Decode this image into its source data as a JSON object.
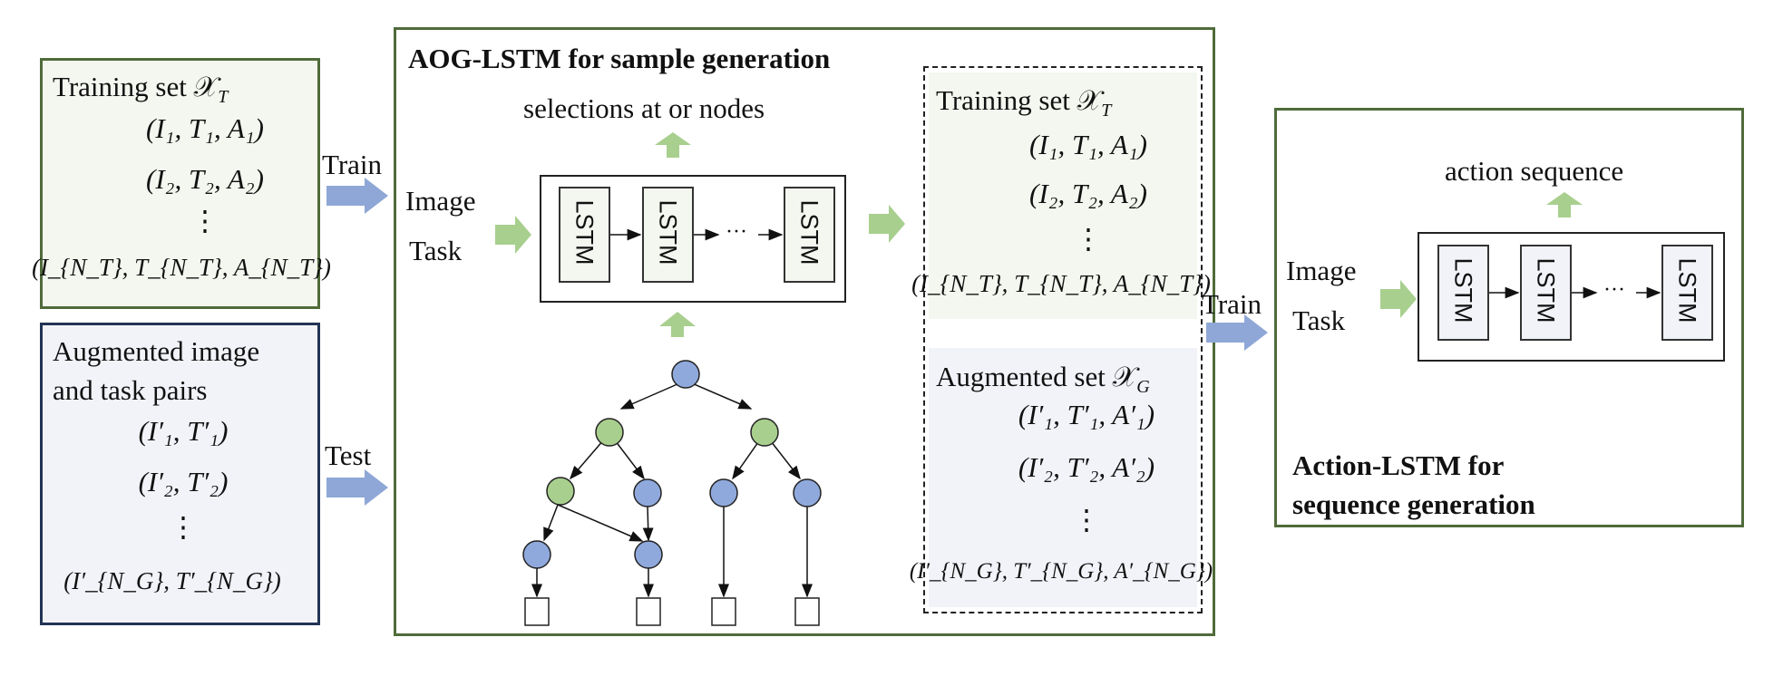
{
  "colors": {
    "green_border": "#4f6b3a",
    "navy_border": "#223356",
    "light_green_fill": "#f3f7ef",
    "light_blue_fill": "#f1f3f9",
    "arrow_blue": "#8fa7d6",
    "arrow_green": "#a8cf8e",
    "node_blue": "#8fa9dc",
    "node_green": "#a8cf8e"
  },
  "training_box": {
    "title": "Training set 𝒳",
    "title_sub": "T",
    "rows": [
      "(I₁, T₁, A₁)",
      "(I₂, T₂, A₂)",
      "⋮",
      "(I_{N_T}, T_{N_T}, A_{N_T})"
    ]
  },
  "augmented_box": {
    "title_line1": "Augmented image",
    "title_line2": "and task pairs",
    "rows": [
      "(I′₁, T′₁)",
      "(I′₂, T′₂)",
      "⋮",
      "(I′_{N_G}, T′_{N_G})"
    ]
  },
  "arrows": {
    "train_label": "Train",
    "test_label": "Test",
    "train_label_2": "Train"
  },
  "aog_panel": {
    "title": "AOG-LSTM for sample generation",
    "output_label": "selections at or nodes",
    "input_image": "Image",
    "input_task": "Task",
    "lstm_label": "LSTM",
    "ellipsis": "···"
  },
  "generated_sets": {
    "training_title": "Training set 𝒳",
    "training_sub": "T",
    "training_rows": [
      "(I₁, T₁, A₁)",
      "(I₂, T₂, A₂)",
      "⋮",
      "(I_{N_T}, T_{N_T}, A_{N_T})"
    ],
    "augmented_title": "Augmented set 𝒳",
    "augmented_sub": "G",
    "augmented_rows": [
      "(I′₁, T′₁, A′₁)",
      "(I′₂, T′₂, A′₂)",
      "⋮",
      "(I′_{N_G}, T′_{N_G}, A′_{N_G})"
    ]
  },
  "action_panel": {
    "output_label": "action sequence",
    "input_image": "Image",
    "input_task": "Task",
    "lstm_label": "LSTM",
    "ellipsis": "···",
    "title_line1": "Action-LSTM for",
    "title_line2": "sequence generation"
  }
}
